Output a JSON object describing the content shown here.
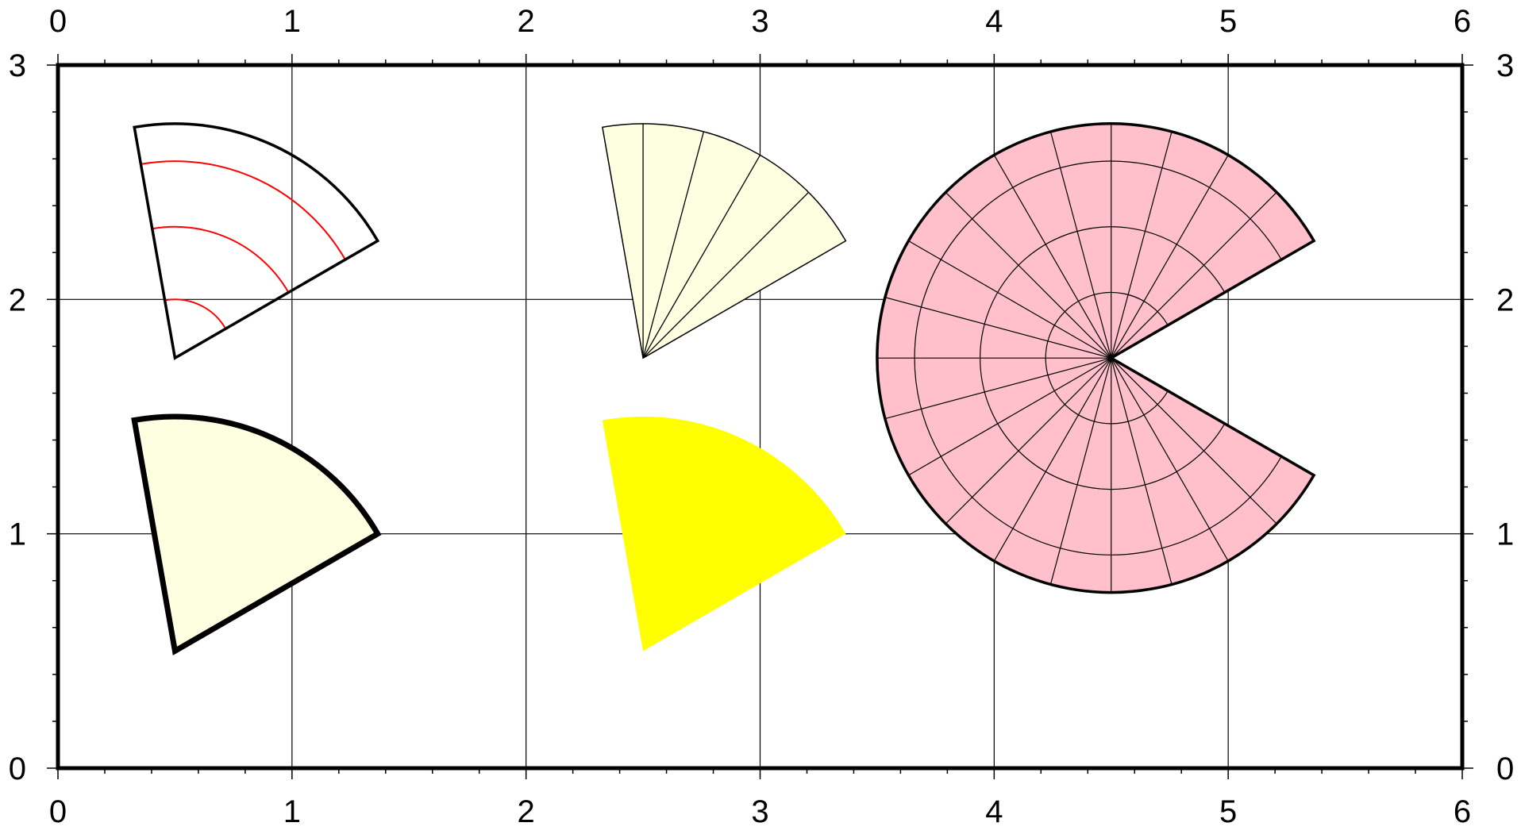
{
  "axes": {
    "x_range": [
      0,
      6
    ],
    "y_range": [
      0,
      3
    ],
    "x_ticks": [
      0,
      1,
      2,
      3,
      4,
      5,
      6
    ],
    "y_ticks": [
      0,
      1,
      2,
      3
    ],
    "x_tick_labels": [
      "0",
      "1",
      "2",
      "3",
      "4",
      "5",
      "6"
    ],
    "y_tick_labels": [
      "0",
      "1",
      "2",
      "3"
    ],
    "minor_step": 0.2,
    "grid": true,
    "frame": "plain with ticks on all four sides, labels on all four sides"
  },
  "colors": {
    "frame": "#000000",
    "grid": "#000000",
    "red_arcs": "#ff0000",
    "light_yellow": "#fefee0",
    "yellow": "#ffff00",
    "pink": "#ffc0cb"
  },
  "shapes": [
    {
      "id": "wedge-outline-red-arcs",
      "center": [
        0.5,
        1.75
      ],
      "radius": 1.0,
      "start_deg": 30,
      "end_deg": 100,
      "fill": "none",
      "outline": "medium",
      "arc_radii": [
        0.25,
        0.56,
        0.84
      ],
      "arc_color": "red"
    },
    {
      "id": "wedge-filled-thick",
      "center": [
        0.5,
        0.5
      ],
      "radius": 1.0,
      "start_deg": 30,
      "end_deg": 100,
      "fill": "light_yellow",
      "outline": "thick"
    },
    {
      "id": "wedge-radial-lines",
      "center": [
        2.5,
        1.75
      ],
      "radius": 1.0,
      "start_deg": 30,
      "end_deg": 100,
      "fill": "light_yellow",
      "outline": "thin",
      "radial_angles_deg": [
        45,
        60,
        75,
        90
      ]
    },
    {
      "id": "wedge-yellow",
      "center": [
        2.5,
        0.5
      ],
      "radius": 1.0,
      "start_deg": 30,
      "end_deg": 100,
      "fill": "yellow",
      "outline": "none"
    },
    {
      "id": "pacman-wedge",
      "center": [
        4.5,
        1.75
      ],
      "radius": 1.0,
      "start_deg": 30,
      "end_deg": 330,
      "fill": "pink",
      "outline": "medium",
      "arc_radii": [
        0.28,
        0.56,
        0.84
      ],
      "radial_step_deg": 15
    }
  ]
}
